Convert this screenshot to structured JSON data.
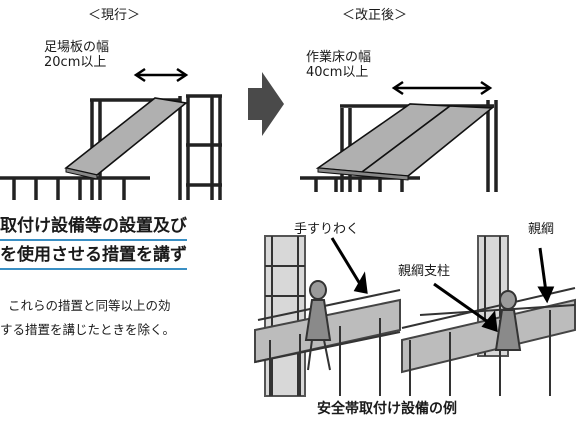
{
  "headers": {
    "current": "＜現行＞",
    "revised": "＜改正後＞"
  },
  "labels": {
    "current_width": "足場板の幅\n20cm以上",
    "revised_width": "作業床の幅\n40cm以上",
    "handrail_frame": "手すりわく",
    "lifeline": "親綱",
    "lifeline_post": "親綱支柱"
  },
  "text": {
    "heading_line1": "取付け設備等の設置及び",
    "heading_line2": "を使用させる措置を講ず",
    "note_line1": "これらの措置と同等以上の効",
    "note_line2": "する措置を講じたときを除く。"
  },
  "caption": "安全帯取付け設備の例",
  "colors": {
    "accent": "#3a8fc4",
    "arrow": "#4a4a4a",
    "board": "#b0b0b0"
  }
}
